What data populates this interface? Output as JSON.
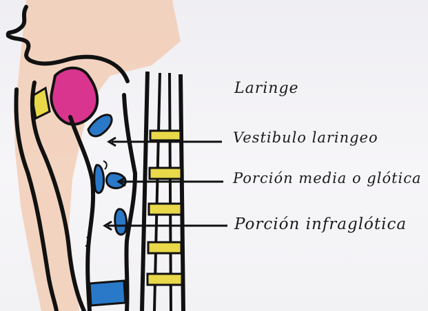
{
  "labels": {
    "larynx": "Laringe",
    "vestibule": "Vestibulo laringeo",
    "glottic": "Porción media o glótica",
    "infraglottic": "Porción infraglótica"
  },
  "colors": {
    "paper": "#f2f1f4",
    "skin": "#f1c8ae",
    "magenta": "#d9358f",
    "yellow": "#e8d84a",
    "blue": "#2a78c8",
    "ink": "#111111"
  }
}
